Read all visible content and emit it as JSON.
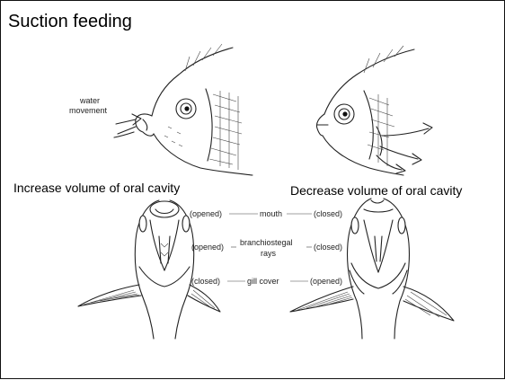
{
  "title": "Suction feeding",
  "top_labels": {
    "water_movement_line1": "water",
    "water_movement_line2": "movement"
  },
  "left_caption": "Increase volume of oral cavity",
  "right_caption": "Decrease volume of oral cavity",
  "center_labels": {
    "mouth": "mouth",
    "branchiostegal_line1": "branchiostegal",
    "branchiostegal_line2": "rays",
    "gill_cover": "gill cover"
  },
  "left_states": {
    "mouth": "(opened)",
    "branchiostegal": "(opened)",
    "gill_cover": "(closed)"
  },
  "right_states": {
    "mouth": "(closed)",
    "branchiostegal": "(closed)",
    "gill_cover": "(opened)"
  }
}
